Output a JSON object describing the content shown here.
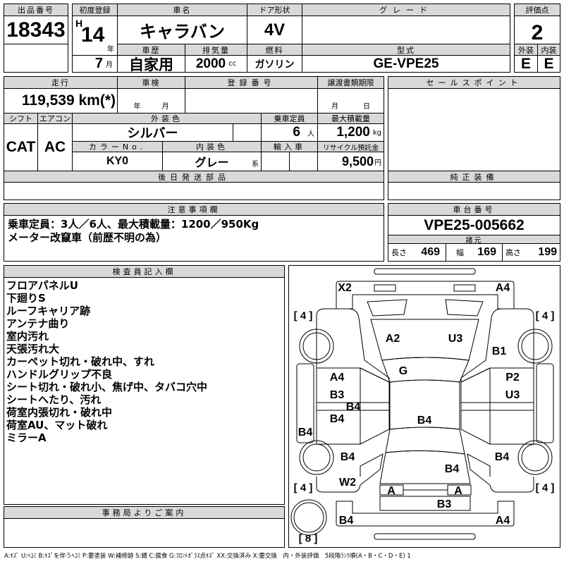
{
  "lot": {
    "label": "出品番号",
    "value": "18343"
  },
  "first_reg": {
    "label": "初度登録",
    "era": "H",
    "year": "14",
    "year_unit": "年",
    "month": "7",
    "month_unit": "月"
  },
  "car_name": {
    "label": "車名",
    "value": "キャラバン"
  },
  "door": {
    "label": "ドア形状",
    "value": "4V"
  },
  "grade": {
    "label": "グレード",
    "value": ""
  },
  "history": {
    "label": "車歴",
    "value": "自家用"
  },
  "displacement": {
    "label": "排気量",
    "value": "2000",
    "unit": "cc"
  },
  "fuel": {
    "label": "燃料",
    "value": "ガソリン"
  },
  "model": {
    "label": "型式",
    "value": "GE-VPE25"
  },
  "score": {
    "label": "評価点",
    "value": "2",
    "exterior_label": "外装",
    "interior_label": "内装",
    "exterior": "E",
    "interior": "E"
  },
  "mileage": {
    "label": "走行",
    "value": "119,539 km(*)"
  },
  "inspection": {
    "label": "車検",
    "year_unit": "年",
    "month_unit": "月"
  },
  "reg_number": {
    "label": "登録番号",
    "value": ""
  },
  "transfer_deadline": {
    "label": "譲渡書類期限",
    "month_unit": "月",
    "day_unit": "日"
  },
  "shift": {
    "label": "シフト",
    "value": "CAT"
  },
  "aircon": {
    "label": "エアコン",
    "value": "AC"
  },
  "ext_color": {
    "label": "外装色",
    "value": "シルバー"
  },
  "capacity": {
    "label": "乗車定員",
    "value": "6",
    "unit": "人"
  },
  "max_load": {
    "label": "最大積載量",
    "value": "1,200",
    "unit": "kg"
  },
  "color_no": {
    "label": "カラーNo.",
    "value": "KY0"
  },
  "int_color": {
    "label": "内装色",
    "value": "グレー",
    "suffix": "系"
  },
  "import": {
    "label": "輸入車",
    "value": ""
  },
  "recycle": {
    "label": "リサイクル預託金",
    "value": "9,500",
    "unit": "円"
  },
  "later_parts": {
    "label": "後日発送部品",
    "value": ""
  },
  "sales_point": {
    "label": "セールスポイント",
    "value": ""
  },
  "genuine_equipment": {
    "label": "純正装備",
    "value": ""
  },
  "caution": {
    "label": "注意事項欄",
    "lines": [
      "乗車定員：3人／6人、最大積載量：1200／950Kg",
      "メーター改竄車（前歴不明の為）"
    ]
  },
  "chassis": {
    "label": "車台番号",
    "value": "VPE25-005662"
  },
  "specs": {
    "label": "諸元",
    "length_label": "長さ",
    "length": "469",
    "width_label": "幅",
    "width": "169",
    "height_label": "高さ",
    "height": "199"
  },
  "inspector": {
    "label": "検査員記入欄",
    "notes": [
      "フロアパネルU",
      "下廻りS",
      "ルーフキャリア跡",
      "アンテナ曲り",
      "室内汚れ",
      "天張汚れ大",
      "カーペット切れ・破れ中、すれ",
      "ハンドルグリップ不良",
      "シート切れ・破れ小、焦げ中、タバコ穴中",
      "シートへたり、汚れ",
      "荷室内張切れ・破れ中",
      "荷室AU、マット破れ",
      "ミラーA"
    ]
  },
  "office_info": {
    "label": "事務局よりご案内",
    "value": ""
  },
  "diagram": {
    "codes": [
      "X2",
      "A4",
      "A2",
      "U3",
      "B1",
      "G",
      "A4",
      "P2",
      "B3",
      "U3",
      "B4",
      "B4",
      "B4",
      "B4",
      "B4",
      "B4",
      "B4",
      "W2",
      "A",
      "A",
      "B3",
      "B4",
      "A4"
    ],
    "tires": [
      "[ 4 ]",
      "[ 4 ]",
      "[ 4 ]",
      "[ 4 ]",
      "[ 8 ]"
    ]
  },
  "legend": "A:ｷｽﾞ U:ﾍｺﾐ B:ｷｽﾞを伴うﾍｺﾐ P:要塗装 W:補修跡 S:錆 C:腐食 G:ﾌﾛﾝﾄｶﾞﾗｽ点ｷｽﾞ XX:交換済み X:要交換　内・外装評価　5段階ﾗﾝｸ順(A・B・C・D・E) 1"
}
